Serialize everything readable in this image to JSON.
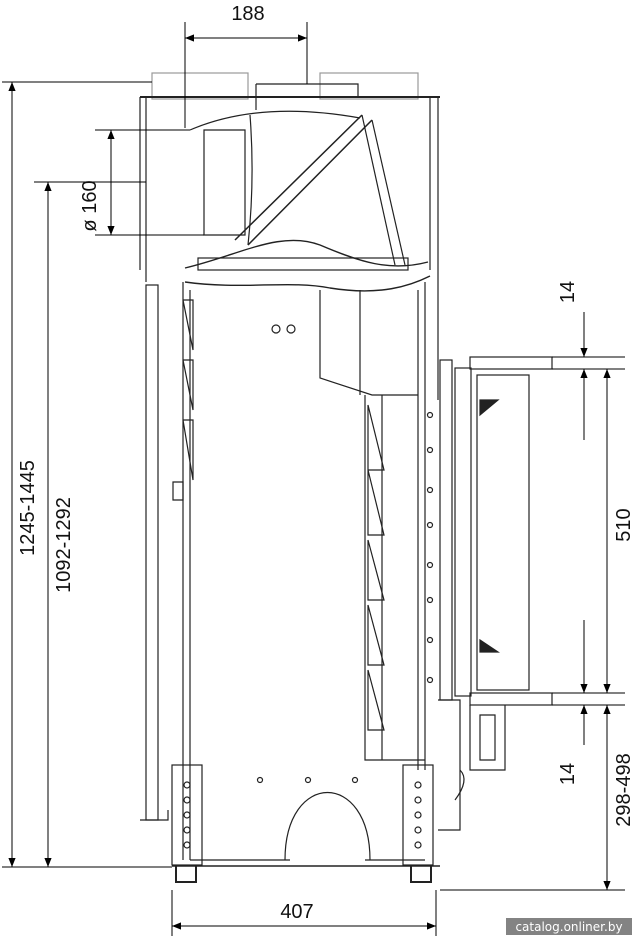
{
  "dimensions": {
    "top_width": "188",
    "bottom_width": "407",
    "pipe_diameter": "ø 160",
    "total_height": "1245-1445",
    "body_height": "1092-1292",
    "door_top_gap": "14",
    "door_height": "510",
    "door_bottom_gap": "14",
    "door_floor_height": "298-498"
  },
  "watermark": "catalog.onliner.by"
}
